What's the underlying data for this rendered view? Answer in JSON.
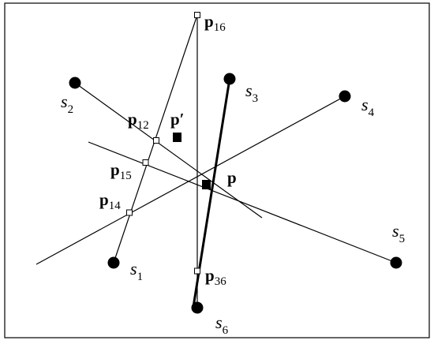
{
  "site_labels": {
    "s1": {
      "base": "s",
      "sub": "1"
    },
    "s2": {
      "base": "s",
      "sub": "2"
    },
    "s3": {
      "base": "s",
      "sub": "3"
    },
    "s4": {
      "base": "s",
      "sub": "4"
    },
    "s5": {
      "base": "s",
      "sub": "5"
    },
    "s6": {
      "base": "s",
      "sub": "6"
    }
  },
  "point_labels": {
    "p": {
      "base": "p",
      "sub": ""
    },
    "p_prime": {
      "base": "p′",
      "sub": ""
    },
    "p12": {
      "base": "p",
      "sub": "12"
    },
    "p14": {
      "base": "p",
      "sub": "14"
    },
    "p15": {
      "base": "p",
      "sub": "15"
    },
    "p16": {
      "base": "p",
      "sub": "16"
    },
    "p36": {
      "base": "p",
      "sub": "36"
    }
  },
  "colors": {
    "ink": "#000000",
    "background": "#ffffff"
  }
}
